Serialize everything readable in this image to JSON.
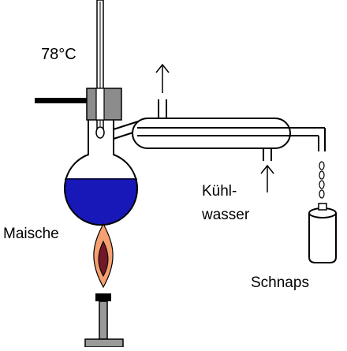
{
  "labels": {
    "temperature": "78°C",
    "mash": "Maische",
    "cooling_water_line1": "Kühl-",
    "cooling_water_line2": "wasser",
    "spirit": "Schnaps"
  },
  "colors": {
    "liquid": "#1818b8",
    "stand": "#9a9a9a",
    "stopper": "#8c8c8c",
    "flame_outer": "#f4a070",
    "flame_inner": "#701828",
    "outline": "#000000",
    "clamp": "#000000"
  },
  "icons": {
    "water_in": "arrow-up-icon",
    "water_out": "arrow-up-icon"
  }
}
